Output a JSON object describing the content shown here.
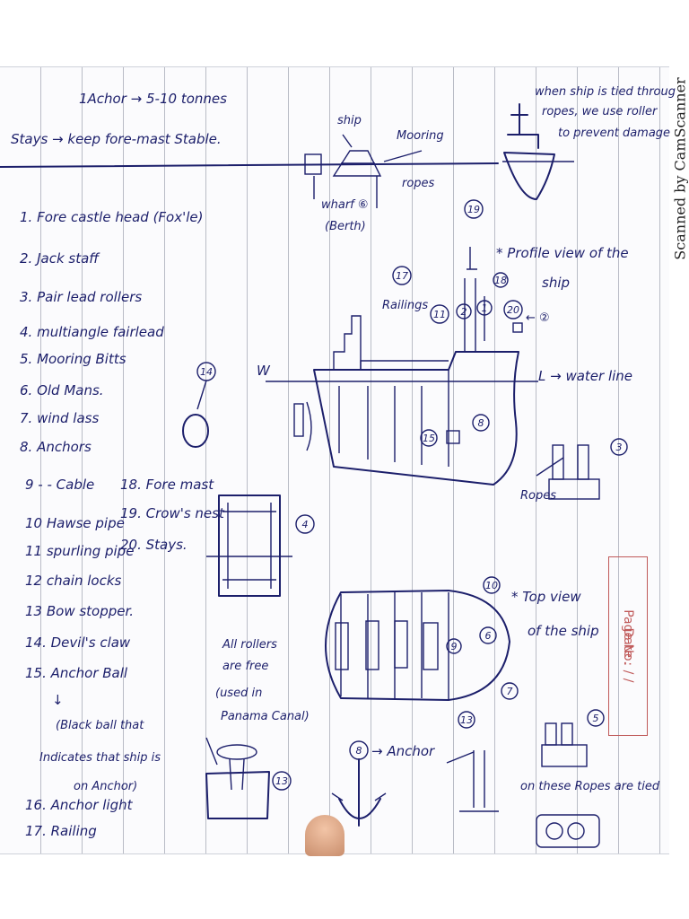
{
  "header": {
    "anchor_weight": "1Achor → 5-10 tonnes",
    "stays_note": "Stays → keep fore-mast Stable."
  },
  "top_sketch": {
    "ship": "ship",
    "mooring": "Mooring",
    "ropes": "ropes",
    "wharf": "wharf ⑥",
    "berth": "(Berth)"
  },
  "roller_note": [
    "when ship is tied throug",
    "ropes, we use roller",
    "to prevent damage"
  ],
  "legend": [
    "1. Fore castle head (Fox'le)",
    "2. Jack staff",
    "3. Pair lead rollers",
    "4. multiangle fairlead",
    "5. Mooring Bitts",
    "6. Old Mans.",
    "7. wind lass",
    "8. Anchors",
    "9 - - Cable",
    "10 Hawse pipe",
    "11 spurling pipe",
    "12 chain locks",
    "13 Bow stopper.",
    "14. Devil's claw",
    "15. Anchor Ball",
    "↓",
    "(Black ball that",
    "Indicates that ship is",
    "on Anchor)",
    "16. Anchor light",
    "17. Railing"
  ],
  "legend_col2": [
    "18. Fore mast",
    "19. Crow's nest",
    "20. Stays."
  ],
  "profile": {
    "title_line1": "* Profile view of the",
    "title_line2": "ship",
    "railings": "Railings",
    "w_left": "W",
    "water_line": "L → water line",
    "callout": "← ②",
    "numbers": [
      "19",
      "17",
      "18",
      "11",
      "2",
      "1",
      "20",
      "8",
      "15"
    ]
  },
  "pair_rollers": {
    "ropes": "Ropes",
    "num": "3"
  },
  "devils_claw": {
    "num": "14"
  },
  "multiangle": {
    "num": "4",
    "note": [
      "All rollers",
      "are free",
      "(used in",
      "Panama Canal)"
    ]
  },
  "top_view": {
    "title_line1": "* Top view",
    "title_line2": "of the ship",
    "numbers": [
      "10",
      "6",
      "9",
      "7",
      "13"
    ]
  },
  "bitts": {
    "num": "5",
    "note": "on these Ropes are tied"
  },
  "bow_stopper": {
    "num": "13"
  },
  "anchor": {
    "label": "→ Anchor",
    "num": "8"
  },
  "page_box": {
    "page_no": "Page No.",
    "date": "Date :    /    /"
  },
  "watermark": "Scanned by CamScanner",
  "colors": {
    "ink": "#1c1f6b",
    "page_box": "#c05a5a",
    "rule": "#b9bcc6"
  }
}
